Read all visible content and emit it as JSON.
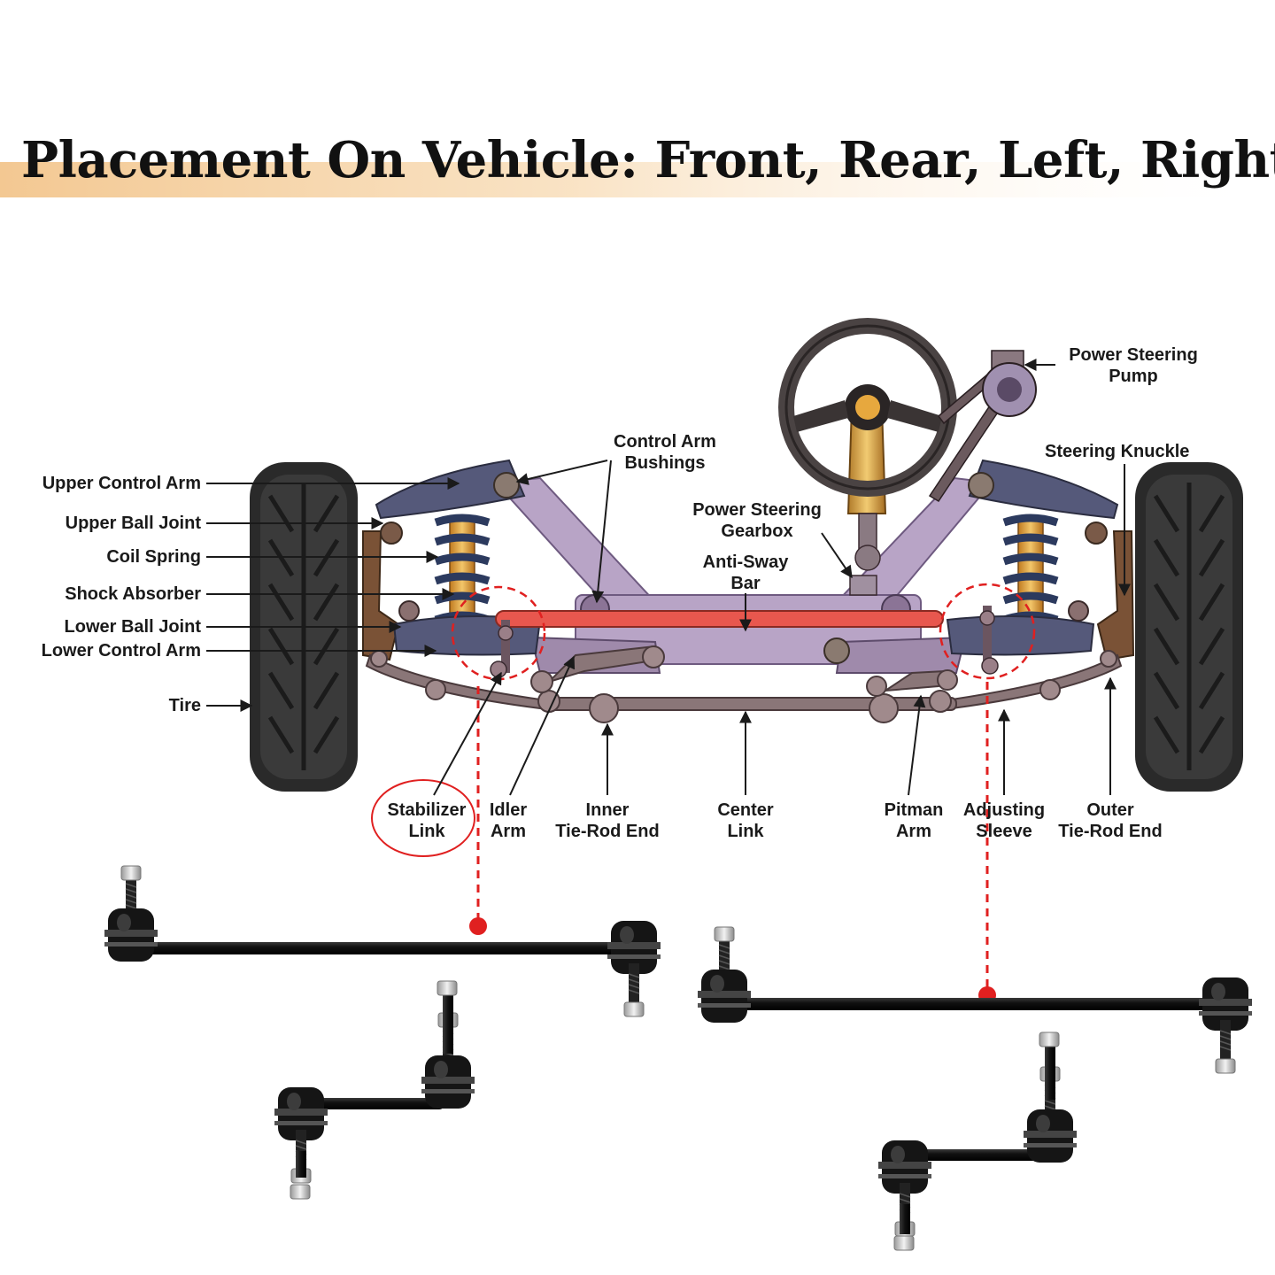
{
  "title": "Placement On Vehicle: Front, Rear, Left, Right",
  "colors": {
    "title_band": "#f3c892",
    "frame": "#b8a4c6",
    "control_arm": "#55597a",
    "anti_sway_bar": "#e8574e",
    "highlight_red": "#e02020",
    "spring": "#2c3a5e",
    "shock": "#e8a43a",
    "knuckle": "#7a5236",
    "tie_rod": "#8a7678",
    "tire": "#2a2a2a",
    "link_black": "#161616",
    "link_silver": "#c8c8c8"
  },
  "icons": [
    "steering-wheel-icon",
    "tire-icon",
    "stabilizer-link-icon"
  ],
  "labels": {
    "upper_control_arm": "Upper Control Arm",
    "upper_ball_joint": "Upper Ball Joint",
    "coil_spring": "Coil Spring",
    "shock_absorber": "Shock Absorber",
    "lower_ball_joint": "Lower Ball Joint",
    "lower_control_arm": "Lower Control Arm",
    "tire": "Tire",
    "control_arm_bushings": [
      "Control Arm",
      "Bushings"
    ],
    "power_steering_gearbox": [
      "Power Steering",
      "Gearbox"
    ],
    "anti_sway_bar": [
      "Anti-Sway",
      "Bar"
    ],
    "power_steering_pump": [
      "Power Steering",
      "Pump"
    ],
    "steering_knuckle": "Steering Knuckle",
    "stabilizer_link": [
      "Stabilizer",
      "Link"
    ],
    "idler_arm": [
      "Idler",
      "Arm"
    ],
    "inner_tie_rod_end": [
      "Inner",
      "Tie-Rod End"
    ],
    "center_link": [
      "Center",
      "Link"
    ],
    "pitman_arm": [
      "Pitman",
      "Arm"
    ],
    "adjusting_sleeve": [
      "Adjusting",
      "Sleeve"
    ],
    "outer_tie_rod_end": [
      "Outer",
      "Tie-Rod End"
    ]
  }
}
